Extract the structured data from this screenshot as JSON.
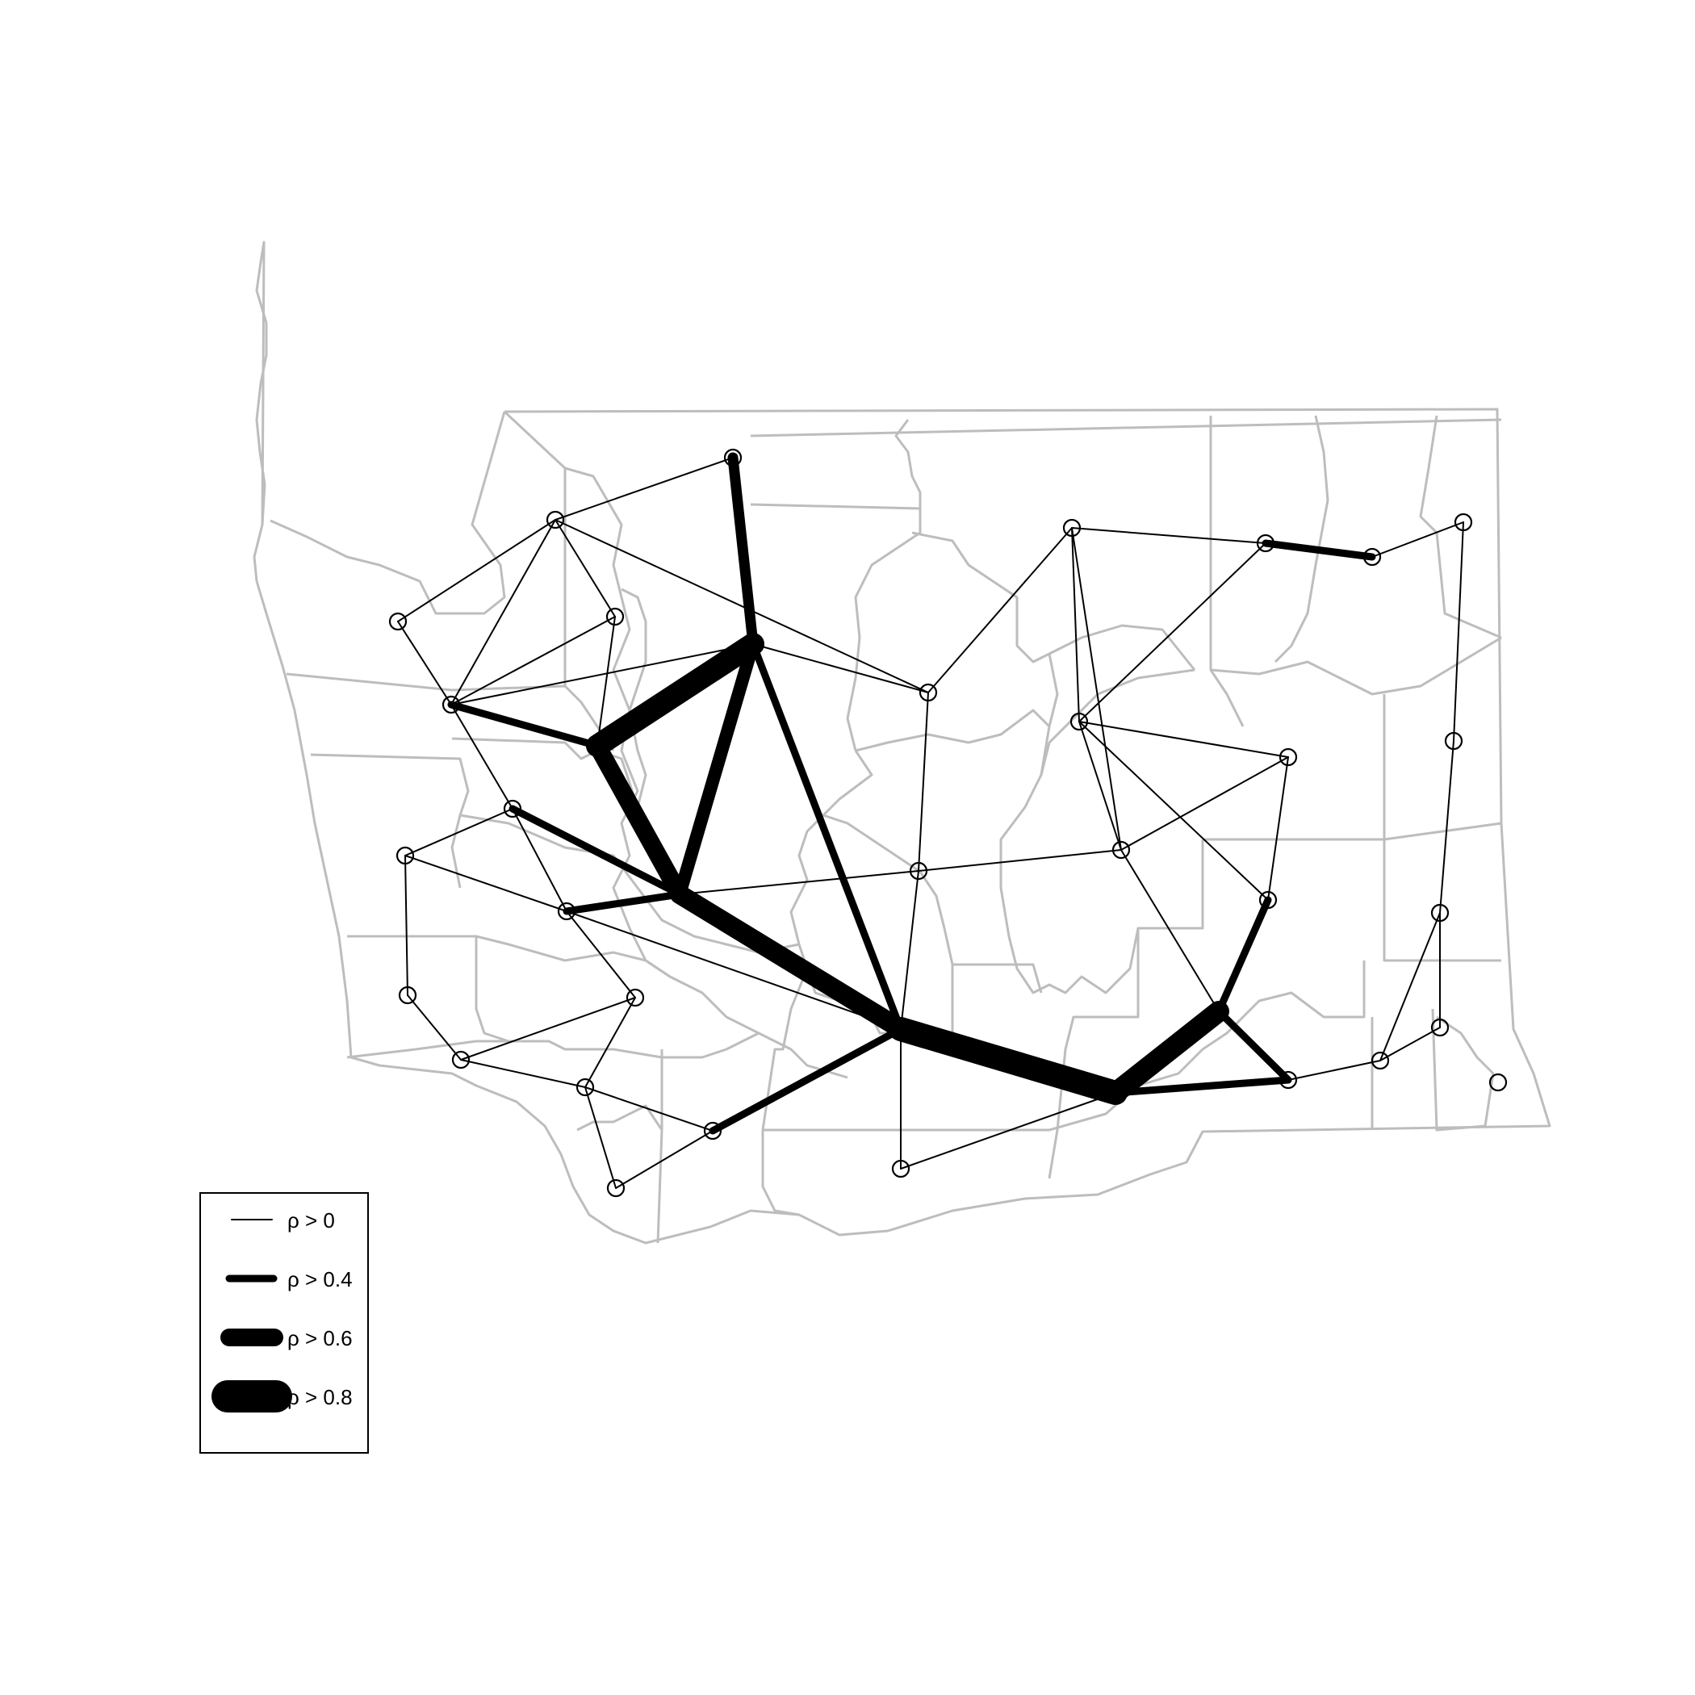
{
  "legend": {
    "items": [
      {
        "label": "ρ > 0",
        "threshold": 0
      },
      {
        "label": "ρ > 0.4",
        "threshold": 0.4
      },
      {
        "label": "ρ > 0.6",
        "threshold": 0.6
      },
      {
        "label": "ρ > 0.8",
        "threshold": 0.8
      }
    ]
  },
  "colors": {
    "county_border": "#bdbdbd",
    "network": "#000000",
    "background": "#ffffff"
  }
}
